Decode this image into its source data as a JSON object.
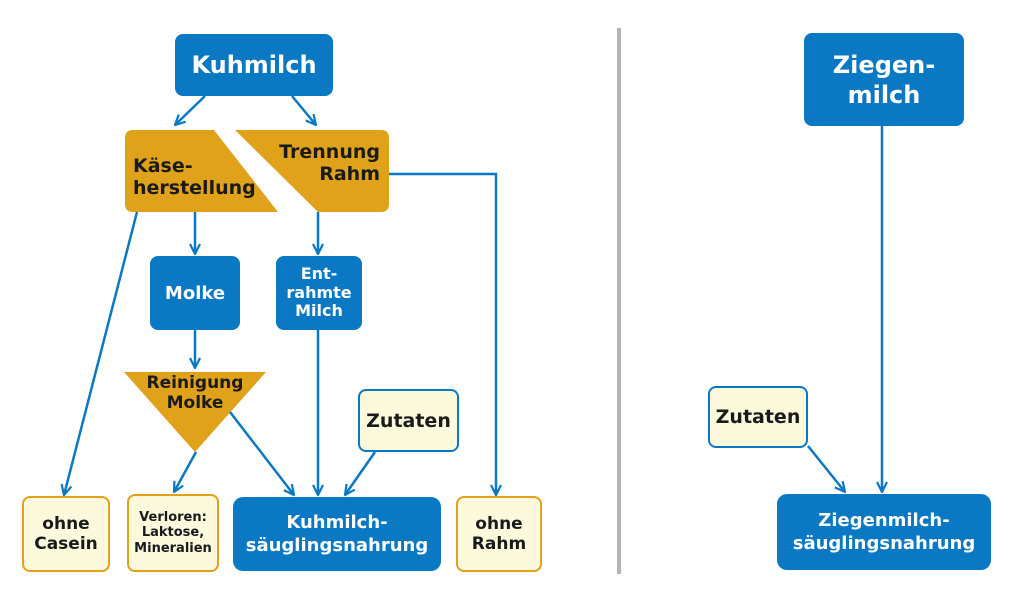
{
  "left": {
    "kuhmilch": "Kuhmilch",
    "kaese": "Käse-\nherstellung",
    "trennung": "Trennung\nRahm",
    "molke": "Molke",
    "entrahmt": "Ent-\nrahmte\nMilch",
    "reinigung": "Reinigung\nMolke",
    "zutaten": "Zutaten",
    "ohne_casein": "ohne\nCasein",
    "verloren": "Verloren:\nLaktose,\nMineralien",
    "kuhmilch_nahrung": "Kuhmilch-\nsäuglingsnahrung",
    "ohne_rahm": "ohne\nRahm"
  },
  "right": {
    "ziegenmilch": "Ziegen-\nmilch",
    "zutaten": "Zutaten",
    "ziegen_nahrung": "Ziegenmilch-\nsäuglingsnahrung"
  },
  "colors": {
    "blue": "#0a78c2",
    "orange": "#e0a21a",
    "cream": "#fdf9dc",
    "divider": "#b4b4b4"
  }
}
